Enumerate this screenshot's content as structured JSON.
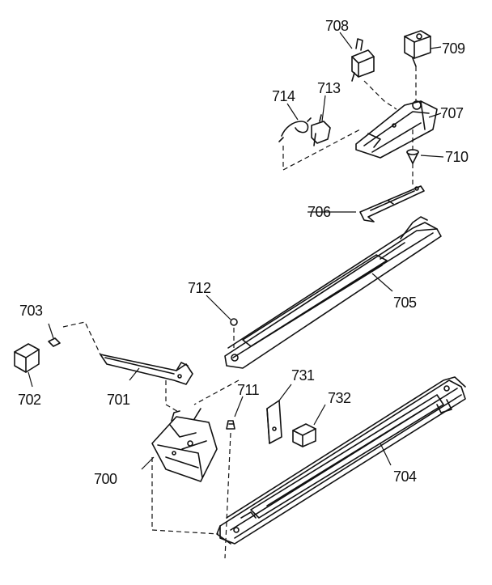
{
  "diagram": {
    "labels": [
      {
        "id": "700",
        "text": "700"
      },
      {
        "id": "701",
        "text": "701"
      },
      {
        "id": "702",
        "text": "702"
      },
      {
        "id": "703",
        "text": "703"
      },
      {
        "id": "704",
        "text": "704"
      },
      {
        "id": "705",
        "text": "705"
      },
      {
        "id": "706",
        "text": "706"
      },
      {
        "id": "707",
        "text": "707"
      },
      {
        "id": "708",
        "text": "708"
      },
      {
        "id": "709",
        "text": "709"
      },
      {
        "id": "710",
        "text": "710"
      },
      {
        "id": "711",
        "text": "711"
      },
      {
        "id": "712",
        "text": "712"
      },
      {
        "id": "713",
        "text": "713"
      },
      {
        "id": "714",
        "text": "714"
      },
      {
        "id": "731",
        "text": "731"
      },
      {
        "id": "732",
        "text": "732"
      }
    ],
    "colors": {
      "ink": "#111111",
      "background": "#ffffff"
    }
  }
}
